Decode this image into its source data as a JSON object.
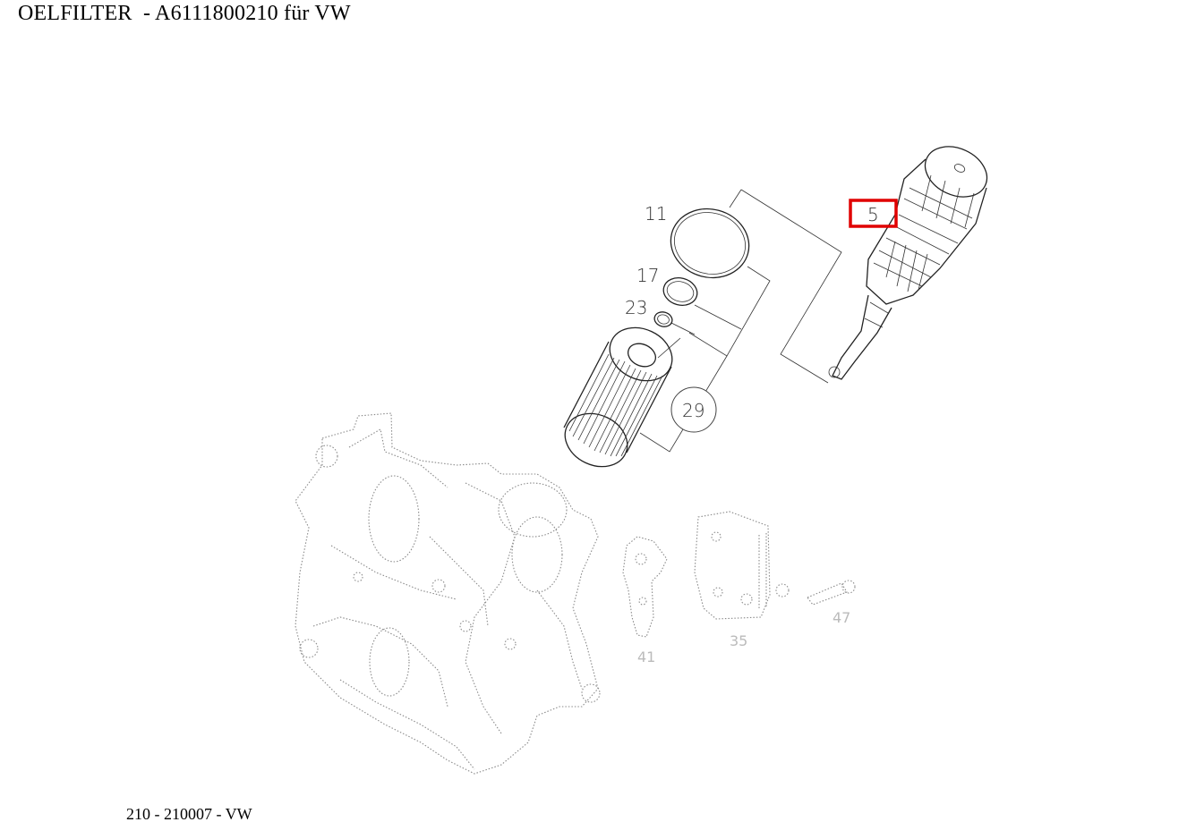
{
  "header": {
    "title": "OELFILTER  - A6111800210 für VW"
  },
  "footer": {
    "reference": "210 - 210007 - VW"
  },
  "diagram": {
    "highlight_color": "#e00000",
    "part_labels": {
      "p11": "11",
      "p17": "17",
      "p23": "23",
      "p29": "29",
      "p5": "5",
      "p41": "41",
      "p35": "35",
      "p47": "47"
    },
    "highlighted_part": "5"
  }
}
